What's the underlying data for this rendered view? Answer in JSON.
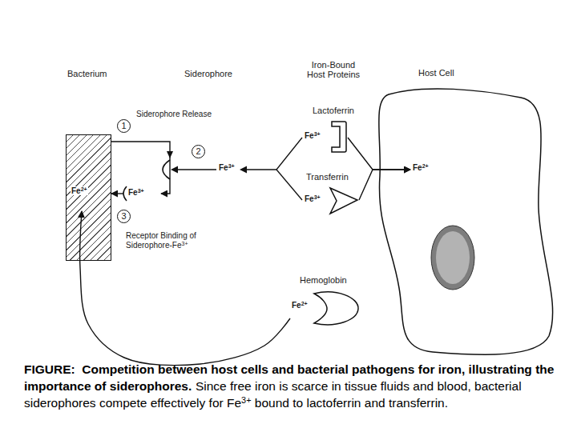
{
  "diagram": {
    "title": "FIGURE:  Competition between host cells and bacterial pathogens for iron, illustrating the importance of siderophores.",
    "caption": "Since free iron is scarce in tissue fluids and blood, bacterial siderophores compete effectively for Fe3+ bound to lactoferrin and transferrin.",
    "nodes": [
      {
        "text": [
          "Fe2+"
        ]
      },
      {
        "text": [
          "Fe3+"
        ]
      },
      {
        "text": [
          "Lactoferrin",
          "Fe3+"
        ]
      },
      {
        "text": [
          "Transferrin",
          "Fe3+"
        ]
      },
      {
        "text": [
          "Host Cell",
          "Fe2+"
        ]
      },
      {
        "text": [
          "Hemoglobin",
          "Fe2+"
        ]
      }
    ],
    "edges": [
      {
        "from": 0,
        "to": 1,
        "arrow": "to"
      },
      {
        "from": 1,
        "to": 0,
        "arrow": "to"
      },
      {
        "from": 2,
        "to": 4,
        "arrow": "to"
      },
      {
        "from": 3,
        "to": 4,
        "arrow": "to"
      },
      {
        "from": 5,
        "to": 0,
        "arrow": "to"
      }
    ],
    "labels": [
      "Bacterium",
      "Siderophore",
      "Iron-Bound Host Proteins",
      "1",
      "Siderophore Release",
      "2",
      "Fe3+",
      "3",
      "Receptor Binding of Siderophore-Fe3+"
    ]
  }
}
